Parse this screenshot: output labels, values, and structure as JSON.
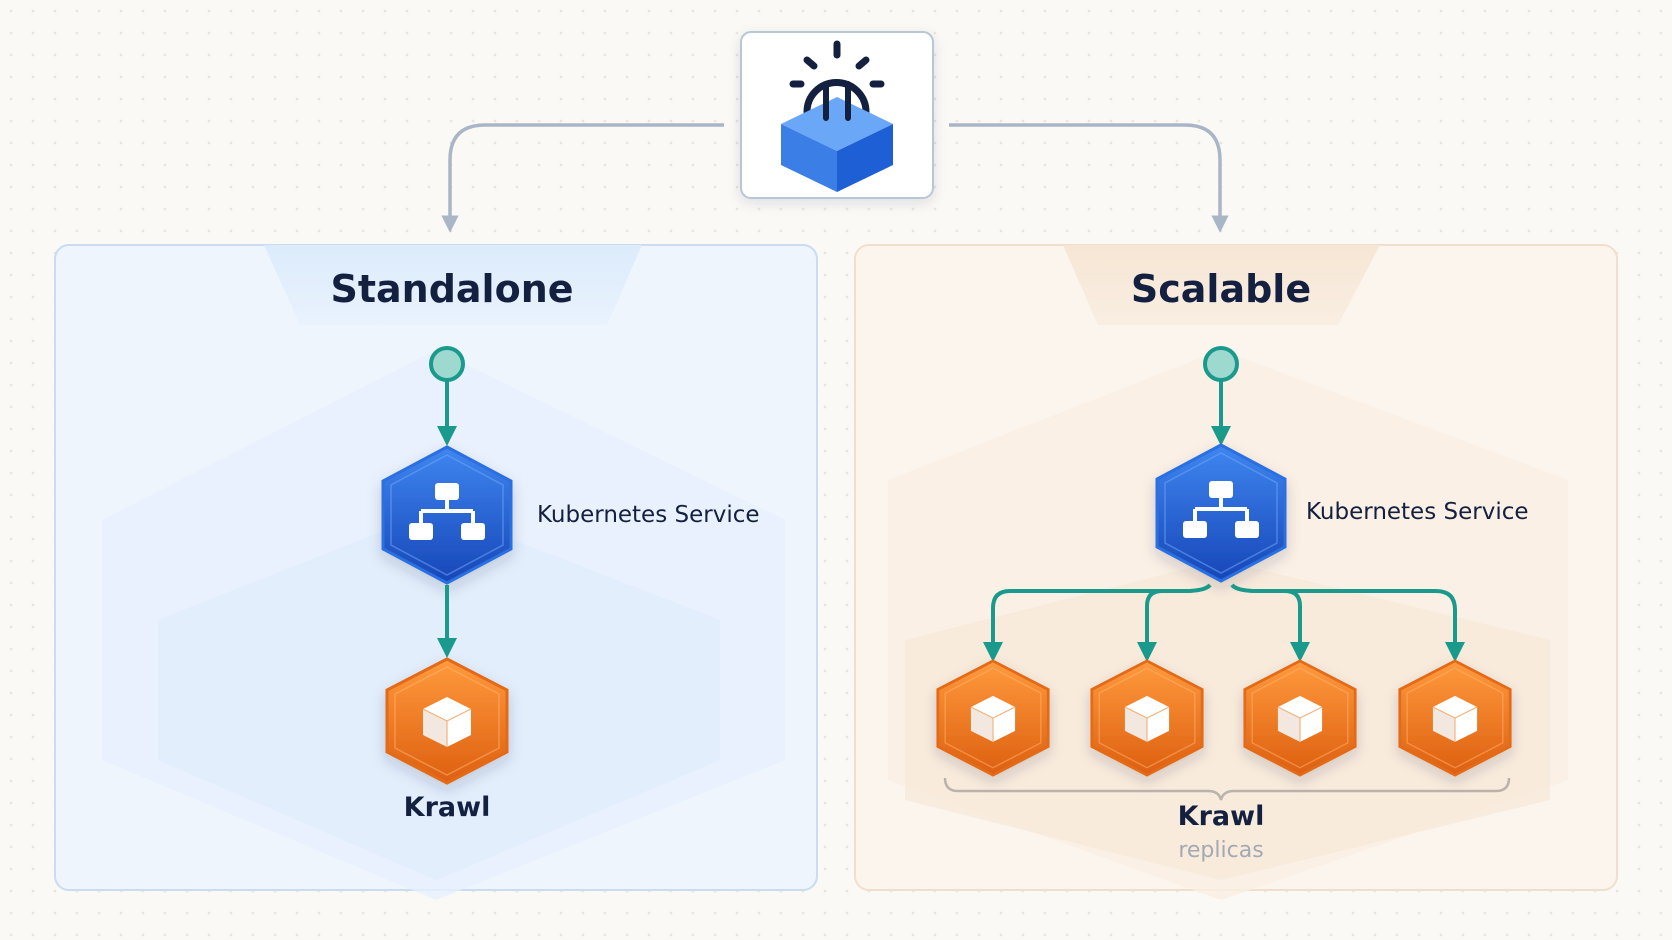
{
  "standalone": {
    "title": "Standalone",
    "service_label": "Kubernetes Service",
    "pod_label": "Krawl"
  },
  "scalable": {
    "title": "Scalable",
    "service_label": "Kubernetes Service",
    "pods_label": "Krawl",
    "pods_sublabel": "replicas",
    "replica_count": 4
  },
  "icons": {
    "top": "kubernetes-helm-cube-icon",
    "service": "network-hierarchy-icon",
    "pod": "cube-icon",
    "entry": "entry-point-icon"
  },
  "colors": {
    "standalone_panel": "#eef5fd",
    "scalable_panel": "#fcf5ee",
    "connector": "#1a9a8c",
    "service_blue": "#1f5fd6",
    "pod_orange": "#f07a1f",
    "helm_navy": "#14203f",
    "gray_arrow": "#a9b6c7"
  }
}
